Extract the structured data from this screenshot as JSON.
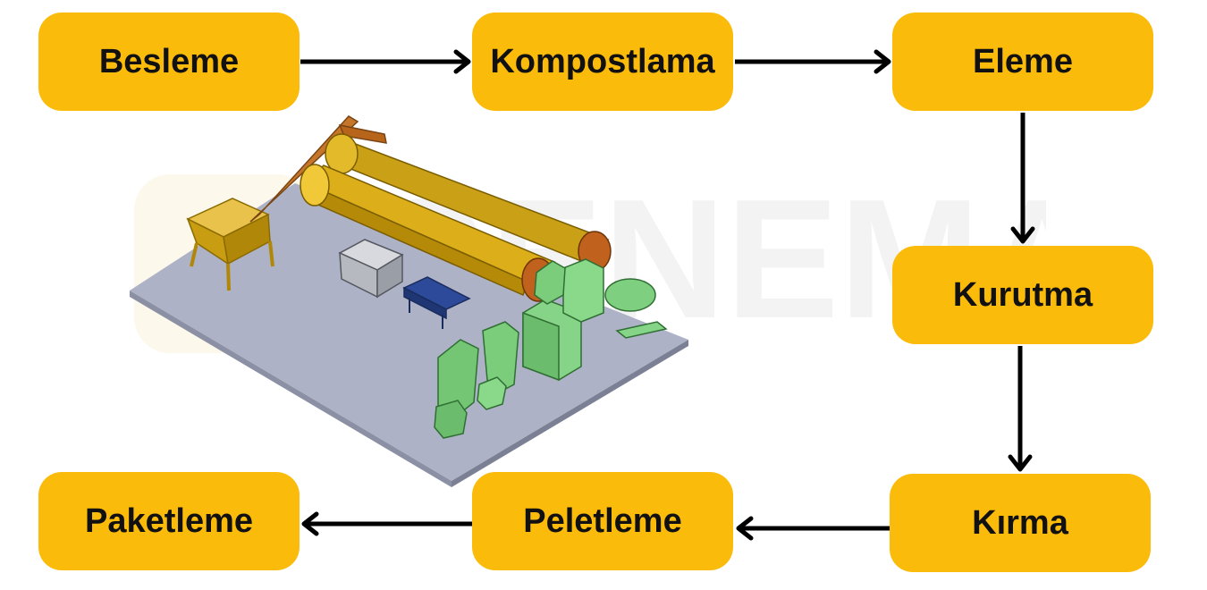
{
  "colors": {
    "box": "#fbbb0a",
    "text": "#111111",
    "arrow": "#000000",
    "floor": "#aeb2c6",
    "tank": "#d9a50c",
    "equipment": "#7ed17f"
  },
  "watermark": {
    "text": "GENEMA"
  },
  "steps": [
    {
      "id": "besleme",
      "label": "Besleme"
    },
    {
      "id": "kompostlama",
      "label": "Kompostlama"
    },
    {
      "id": "eleme",
      "label": "Eleme"
    },
    {
      "id": "kurutma",
      "label": "Kurutma"
    },
    {
      "id": "kirma",
      "label": "Kırma"
    },
    {
      "id": "peletleme",
      "label": "Peletleme"
    },
    {
      "id": "paketleme",
      "label": "Paketleme"
    }
  ],
  "flow": [
    [
      "besleme",
      "kompostlama"
    ],
    [
      "kompostlama",
      "eleme"
    ],
    [
      "eleme",
      "kurutma"
    ],
    [
      "kurutma",
      "kirma"
    ],
    [
      "kirma",
      "peletleme"
    ],
    [
      "peletleme",
      "paketleme"
    ]
  ],
  "illustration": {
    "icon": "compost-plant-illustration"
  }
}
